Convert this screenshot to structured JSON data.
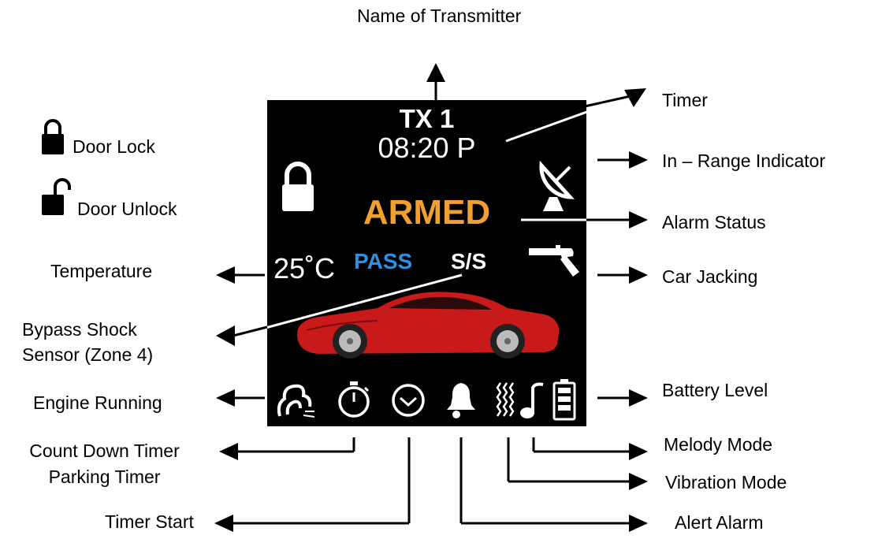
{
  "colors": {
    "screen_background": "#000000",
    "armed_text": "#f0a030",
    "pass_text": "#2f8fe0",
    "car_body": "#c8191b",
    "icon_white": "#ffffff"
  },
  "labels": {
    "transmitter_name": "Name of Transmitter",
    "timer": "Timer",
    "in_range": "In – Range Indicator",
    "alarm_status": "Alarm Status",
    "car_jacking": "Car Jacking",
    "battery_level": "Battery Level",
    "melody_mode": "Melody Mode",
    "vibration_mode": "Vibration Mode",
    "alert_alarm": "Alert Alarm",
    "timer_start": "Timer Start",
    "count_down_line1": "Count Down Timer",
    "count_down_line2": "Parking Timer",
    "engine_running": "Engine Running",
    "bypass_line1": "Bypass Shock",
    "bypass_line2": "Sensor (Zone 4)",
    "temperature": "Temperature",
    "door_lock": "Door Lock",
    "door_unlock": "Door Unlock"
  },
  "screen": {
    "transmitter": "TX 1",
    "time": "08:20 P",
    "status": "ARMED",
    "temperature": "25˚C",
    "bypass_word": "PASS",
    "bypass_zone": "S/S"
  },
  "icons": {
    "screen_top": [
      "padlock-closed-icon",
      "satellite-dish-icon",
      "revolver-icon"
    ],
    "screen_bottom": [
      "engine-exhaust-icon",
      "stopwatch-icon",
      "clock-icon",
      "bell-icon",
      "vibration-icon",
      "music-note-icon",
      "battery-icon"
    ],
    "legend": [
      "padlock-closed-icon",
      "padlock-open-icon"
    ]
  }
}
